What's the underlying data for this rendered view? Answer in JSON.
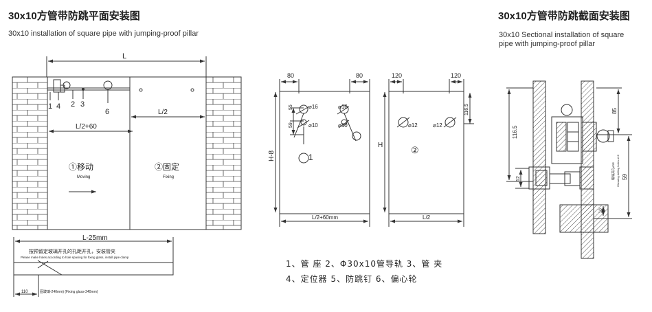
{
  "plan": {
    "title_cn": "30x10方管带防跳平面安装图",
    "title_en": "30x10 installation of square pipe  with jumping-proof pillar",
    "dim_L": "L",
    "dim_half": "L/2",
    "dim_half_plus": "L/2+60",
    "callouts": [
      "1",
      "4",
      "2",
      "3",
      "6"
    ],
    "moving_cn": "①移动",
    "moving_en": "Moving",
    "fixing_cn": "②固定",
    "fixing_en": "Fixing",
    "dim_L25": "L-25mm",
    "note_cn": "按预留定玻璃开孔的孔距开孔，安装管夹",
    "note_en": "Please make holes according to hole spacing for fixing glass, install pipe clamp",
    "dim_110": "110",
    "fixing_glass": "固玻璃-240mm) (Fixing glass-240mm)"
  },
  "panels": {
    "dim_80_left": "80",
    "dim_80_right": "80",
    "dim_H8": "H-8",
    "dim_55": "55",
    "dim_59": "59",
    "hole16_a": "⌀16",
    "hole16_b": "⌀16",
    "hole10_a": "⌀10",
    "hole10_b": "⌀10",
    "panel1_num": "1",
    "dim_L2_60mm": "L/2+60mm",
    "dim_120_left": "120",
    "dim_120_right": "120",
    "dim_H": "H",
    "dim_116_5": "116.5",
    "hole12_a": "⌀12",
    "hole12_b": "⌀12",
    "panel2_num": "②",
    "dim_L2": "L/2"
  },
  "legend": {
    "row1": "1、管    座    2、Φ30x10管导轨    3、管    夹",
    "row2": "4、定位器    5、防跳钉        6、偏心轮"
  },
  "section": {
    "title_cn": "30x10方管带防跳截面安装图",
    "title_en_line1": "30x10 Sectional installation of square",
    "title_en_line2": "pipe with jumping-proof pillar",
    "dim_116_5": "116.5",
    "dim_85": "85",
    "dim_59": "59",
    "dim_12": "12",
    "dim_10": "10",
    "hole_label_cn": "玻璃开孔⌀16",
    "hole_label_en": "Glassing drilling holes ⌀16"
  },
  "colors": {
    "line": "#333333",
    "brick": "#444444",
    "hatch": "#555555"
  }
}
